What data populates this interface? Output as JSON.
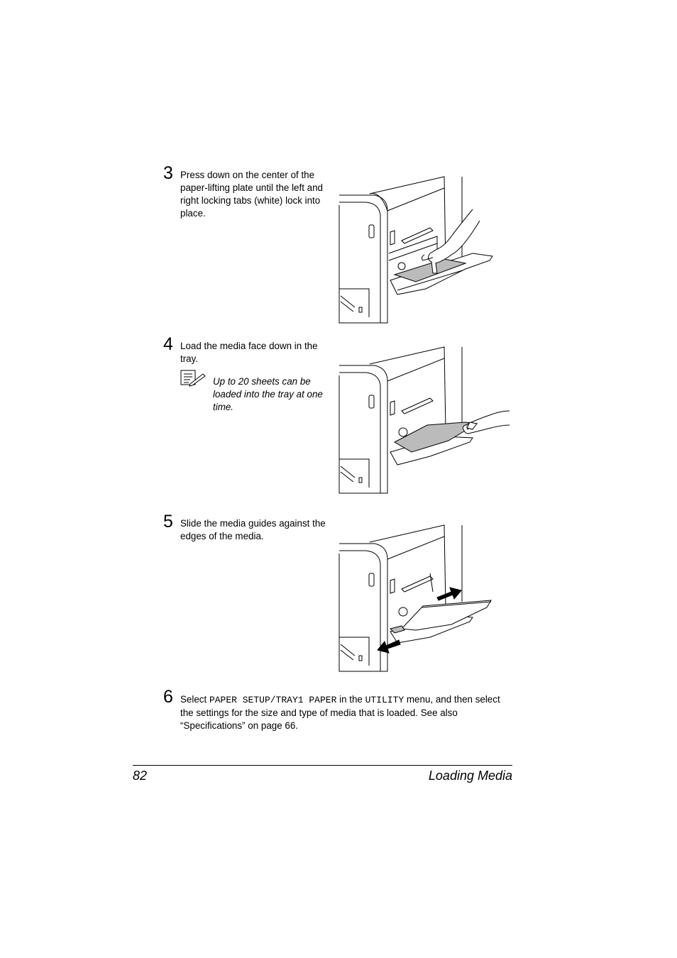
{
  "steps": [
    {
      "number": "3",
      "text": "Press down on the center of the paper-lifting plate until the left and right locking tabs (white) lock into place."
    },
    {
      "number": "4",
      "text": "Load the media face down in the tray."
    },
    {
      "number": "5",
      "text": "Slide the media guides against the edges of the media."
    },
    {
      "number": "6",
      "parts": {
        "a": "Select ",
        "b": "PAPER SETUP/TRAY1 PAPER",
        "c": " in the ",
        "d": "UTILITY",
        "e": " menu, and then select the settings for the size and type of media that is loaded. See also “Specifications” on page 66."
      }
    }
  ],
  "note": {
    "icon": "note-pencil-icon",
    "text": "Up to 20 sheets can be loaded into the tray at one time."
  },
  "illustrations": [
    {
      "icon": "printer-press-plate-illustration"
    },
    {
      "icon": "printer-load-media-illustration"
    },
    {
      "icon": "printer-slide-guides-illustration"
    }
  ],
  "footer": {
    "page_number": "82",
    "section_title": "Loading Media"
  }
}
